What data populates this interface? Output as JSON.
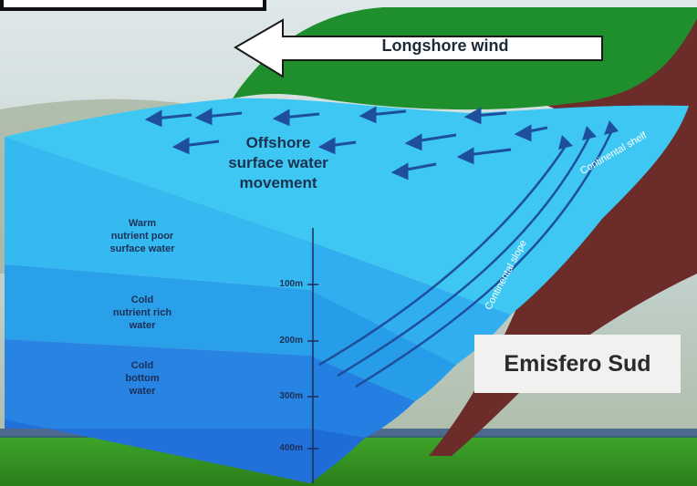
{
  "labels": {
    "wind": "Longshore wind",
    "offshore": [
      "Offshore",
      "surface water",
      "movement"
    ],
    "layers": [
      [
        "Warm",
        "nutrient poor",
        "surface water"
      ],
      [
        "Cold",
        "nutrient rich",
        "water"
      ],
      [
        "Cold",
        "bottom",
        "water"
      ]
    ],
    "depths": [
      "100m",
      "200m",
      "300m",
      "400m"
    ],
    "continental_shelf": "Continental shelf",
    "continental_slope": "Continental slope",
    "badge": "Emisfero Sud"
  },
  "colors": {
    "sky": "#c9d7d6",
    "land": "#1f8f2e",
    "shelf_rock": "#6b2c2a",
    "surface_water": "#3ec7f2",
    "warm_layer": "#2fb2ef",
    "cold_layer": "#2891e8",
    "bottom_layer": "#2275e0",
    "arrows": "#1e4f9c",
    "grass": "#2c8c1f"
  }
}
